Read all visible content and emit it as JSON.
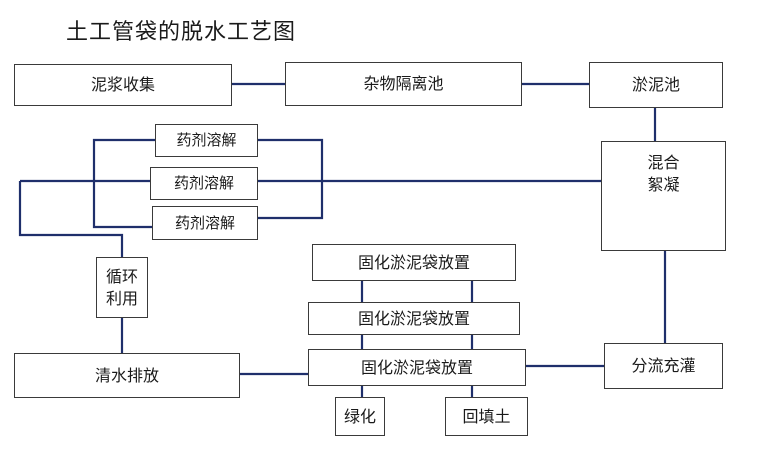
{
  "title": "土工管袋的脱水工艺图",
  "nodes": {
    "mud_collect": "泥浆收集",
    "debris_pool": "杂物隔离池",
    "silt_pool": "淤泥池",
    "reagent_1": "药剂溶解",
    "reagent_2": "药剂溶解",
    "reagent_3": "药剂溶解",
    "mix_flocculate": "混合\n絮凝",
    "recycle": "循环\n利用",
    "bag_place_1": "固化淤泥袋放置",
    "bag_place_2": "固化淤泥袋放置",
    "bag_place_3": "固化淤泥袋放置",
    "split_fill": "分流充灌",
    "clear_discharge": "清水排放",
    "greening": "绿化",
    "backfill": "回填土"
  },
  "colors": {
    "connector": "#1f2f6b",
    "border": "#3a3a3a"
  }
}
